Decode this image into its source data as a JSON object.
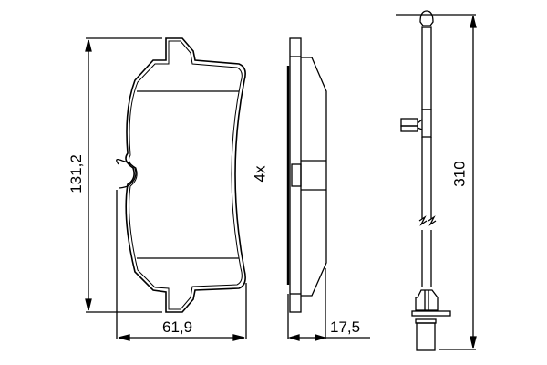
{
  "drawing": {
    "title": "Brake pad set technical drawing",
    "line_color": "#000000",
    "background": "#ffffff"
  },
  "dimensions": {
    "height": "131,2",
    "width": "61,9",
    "thickness": "17,5",
    "quantity": "4x",
    "sensor_length": "310"
  },
  "parts": [
    {
      "name": "brake-pad-front-view"
    },
    {
      "name": "brake-pad-side-view"
    },
    {
      "name": "wear-sensor-cable"
    }
  ]
}
